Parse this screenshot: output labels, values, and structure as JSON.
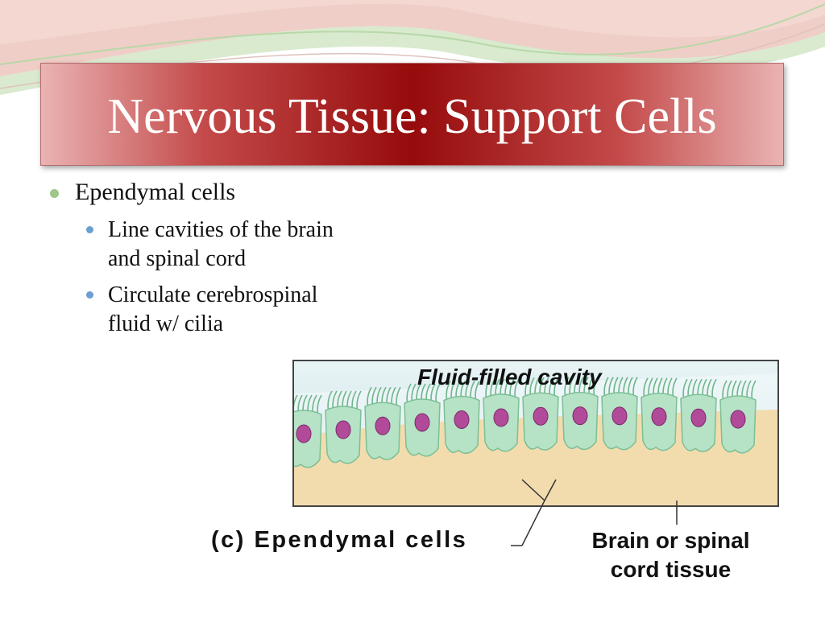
{
  "slide": {
    "title": "Nervous Tissue: Support Cells"
  },
  "bullets": {
    "level1": "Ependymal cells",
    "level2": [
      {
        "lines": [
          "Line cavities of the brain",
          "and spinal cord"
        ]
      },
      {
        "lines": [
          "Circulate cerebrospinal",
          "fluid w/ cilia"
        ]
      }
    ]
  },
  "figure": {
    "cavity_label": "Fluid-filled  cavity",
    "caption": "(c) Ependymal cells",
    "tissue_label_lines": [
      "Brain or spinal",
      "cord tissue"
    ]
  },
  "colors": {
    "title_banner_center": "#960b0b",
    "title_banner_edge": "#eab3b3",
    "bullet_level1": "#9ec88a",
    "bullet_level2": "#6a9fcf",
    "cell_fill": "#b6e2c6",
    "nucleus_fill": "#b24a9a",
    "cavity_fill": "#d9ecef",
    "tissue_fill": "#f2dcae"
  }
}
